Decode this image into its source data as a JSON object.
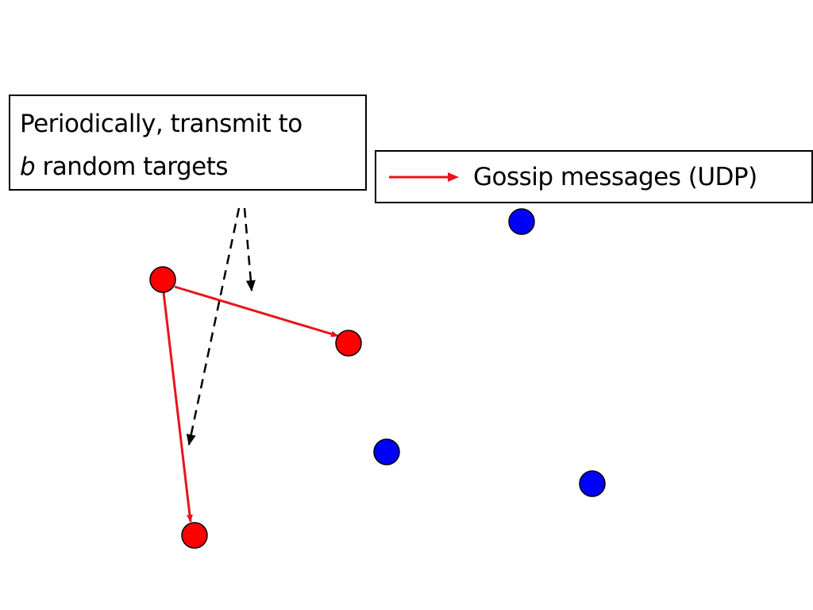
{
  "callout": {
    "line1": "Periodically, transmit to",
    "line2_var": "b",
    "line2_rest": " random targets"
  },
  "legend": {
    "label": "Gossip messages (UDP)",
    "arrow_color": "#e8141b"
  },
  "colors": {
    "infected_node": "#ff0000",
    "uninfected_node": "#0000ff",
    "gossip_arrow": "#e8141b",
    "pointer_arrow": "#000000"
  },
  "nodes": [
    {
      "id": "sender",
      "state": "infected"
    },
    {
      "id": "target-1",
      "state": "infected"
    },
    {
      "id": "target-2",
      "state": "infected"
    },
    {
      "id": "node-a",
      "state": "uninfected"
    },
    {
      "id": "node-b",
      "state": "uninfected"
    },
    {
      "id": "node-c",
      "state": "uninfected"
    }
  ],
  "edges": [
    {
      "from": "sender",
      "to": "target-1",
      "kind": "gossip"
    },
    {
      "from": "sender",
      "to": "target-2",
      "kind": "gossip"
    }
  ]
}
